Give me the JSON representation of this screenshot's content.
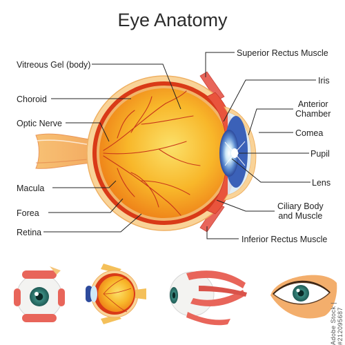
{
  "diagram": {
    "title": "Eye Anatomy",
    "labels": {
      "vitreous_gel": "Vitreous Gel (body)",
      "choroid": "Choroid",
      "optic_nerve": "Optic Nerve",
      "macula": "Macula",
      "forea": "Forea",
      "retina": "Retina",
      "superior_rectus": "Superior Rectus Muscle",
      "iris": "Iris",
      "anterior_chamber": "Anterior\nChamber",
      "cornea": "Comea",
      "pupil": "Pupil",
      "lens": "Lens",
      "ciliary_body": "Ciliary Body\nand Muscle",
      "inferior_rectus": "Inferior Rectus Muscle"
    },
    "watermark": "Adobe Stock | #212095687"
  },
  "icons": [
    "eyeball-with-muscles-front-icon",
    "eye-cross-section-small-icon",
    "eyeball-side-muscles-icon",
    "human-eye-with-eyelid-icon"
  ],
  "colors": {
    "sclera": "#f7c889",
    "vitreous": "#f6a21e",
    "retina_red": "#d93a17",
    "muscle": "#e8655a",
    "iris_blue": "#3b61b8",
    "lid_skin": "#f3ae6c",
    "text": "#222222"
  }
}
